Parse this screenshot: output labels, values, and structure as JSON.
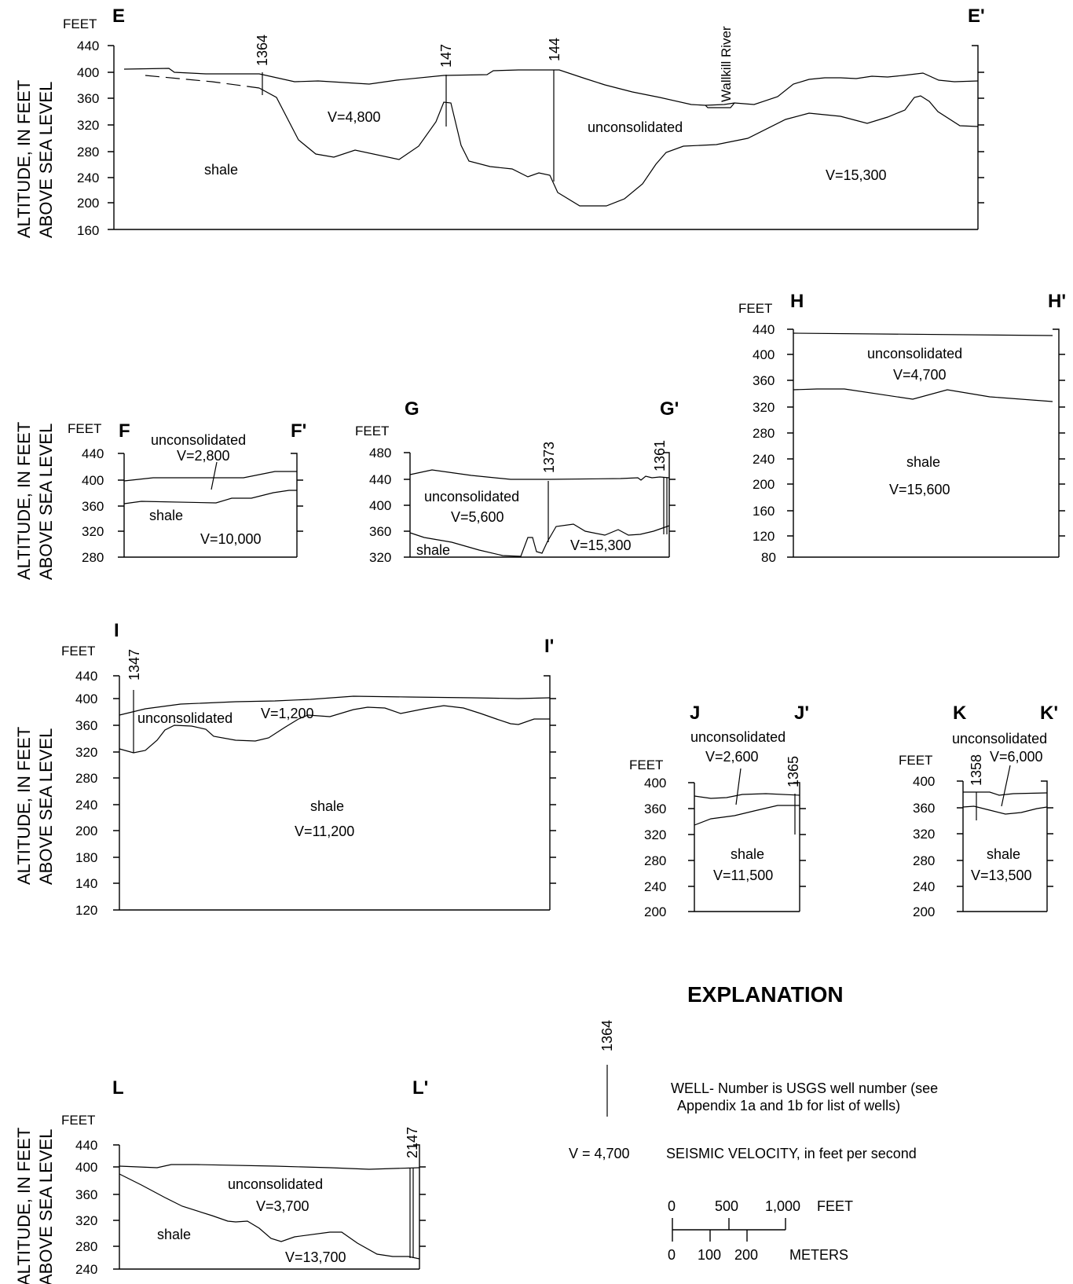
{
  "shared": {
    "yaxis_label_line1": "ALTITUDE, IN FEET",
    "yaxis_label_line2": "ABOVE SEA LEVEL",
    "feet_label": "FEET"
  },
  "sections": {
    "E": {
      "start": "E",
      "end": "E'",
      "ticks": [
        "440",
        "400",
        "360",
        "320",
        "280",
        "240",
        "200",
        "160"
      ],
      "wells": [
        "1364",
        "147",
        "144"
      ],
      "river": "Wallkill River",
      "labels": {
        "v1": "V=4,800",
        "unconsolidated": "unconsolidated",
        "shale": "shale",
        "v2": "V=15,300"
      }
    },
    "F": {
      "start": "F",
      "end": "F'",
      "ticks": [
        "440",
        "400",
        "360",
        "320",
        "280"
      ],
      "labels": {
        "unconsolidated": "unconsolidated",
        "v1": "V=2,800",
        "shale": "shale",
        "v2": "V=10,000"
      }
    },
    "G": {
      "start": "G",
      "end": "G'",
      "ticks": [
        "480",
        "440",
        "400",
        "360",
        "320"
      ],
      "wells": [
        "1373",
        "1361"
      ],
      "labels": {
        "unconsolidated": "unconsolidated",
        "v1": "V=5,600",
        "shale": "shale",
        "v2": "V=15,300"
      }
    },
    "H": {
      "start": "H",
      "end": "H'",
      "ticks": [
        "440",
        "400",
        "360",
        "320",
        "280",
        "240",
        "200",
        "160",
        "120",
        "80"
      ],
      "labels": {
        "unconsolidated": "unconsolidated",
        "v1": "V=4,700",
        "shale": "shale",
        "v2": "V=15,600"
      }
    },
    "I": {
      "start": "I",
      "end": "I'",
      "ticks": [
        "440",
        "400",
        "360",
        "320",
        "280",
        "240",
        "200",
        "180",
        "140",
        "120"
      ],
      "wells": [
        "1347"
      ],
      "labels": {
        "unconsolidated": "unconsolidated",
        "v1": "V=1,200",
        "shale": "shale",
        "v2": "V=11,200"
      }
    },
    "J": {
      "start": "J",
      "end": "J'",
      "ticks": [
        "400",
        "360",
        "320",
        "280",
        "240",
        "200"
      ],
      "wells": [
        "1365"
      ],
      "labels": {
        "unconsolidated": "unconsolidated",
        "v1": "V=2,600",
        "shale": "shale",
        "v2": "V=11,500"
      }
    },
    "K": {
      "start": "K",
      "end": "K'",
      "ticks": [
        "400",
        "360",
        "320",
        "280",
        "240",
        "200"
      ],
      "wells": [
        "1358"
      ],
      "labels": {
        "unconsolidated": "unconsolidated",
        "v1": "V=6,000",
        "shale": "shale",
        "v2": "V=13,500"
      }
    },
    "L": {
      "start": "L",
      "end": "L'",
      "ticks": [
        "440",
        "400",
        "360",
        "320",
        "280",
        "240"
      ],
      "wells": [
        "2147"
      ],
      "labels": {
        "unconsolidated": "unconsolidated",
        "v1": "V=3,700",
        "shale": "shale",
        "v2": "V=13,700"
      }
    }
  },
  "explanation": {
    "title": "EXPLANATION",
    "well_number": "1364",
    "well_text_line1": "WELL- Number is USGS well number (see",
    "well_text_line2": "Appendix 1a and 1b for list of wells)",
    "velocity_sample": "V = 4,700",
    "velocity_text": "SEISMIC VELOCITY, in feet per second",
    "scale_feet": [
      "0",
      "500",
      "1,000",
      "FEET"
    ],
    "scale_meters": [
      "0",
      "100",
      "200",
      "METERS"
    ]
  }
}
